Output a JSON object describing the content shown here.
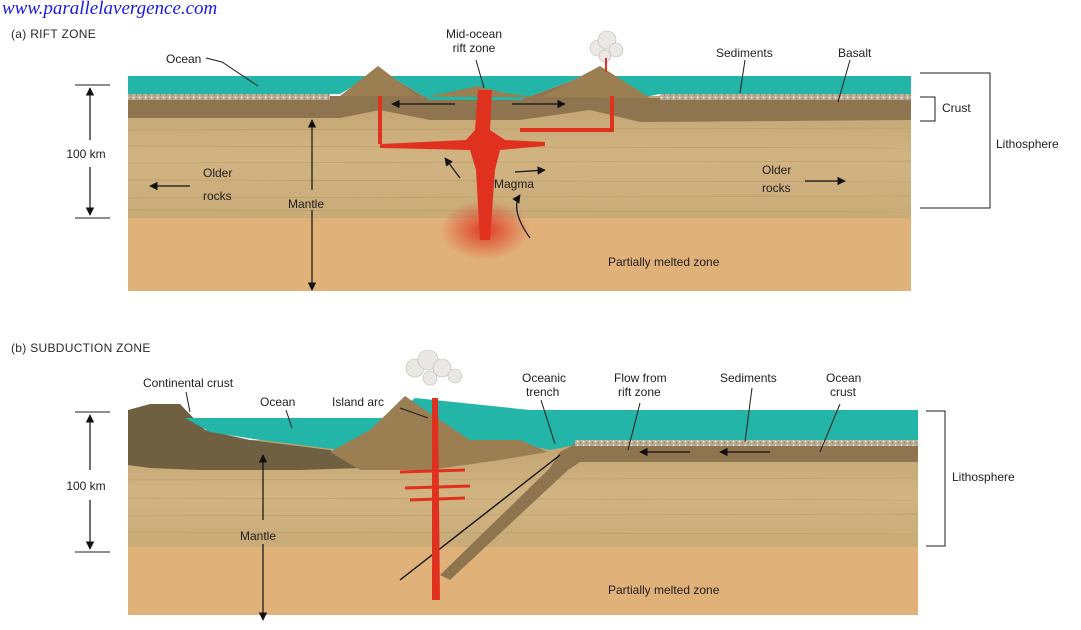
{
  "header": {
    "url_text": "www.parallelavergence.com"
  },
  "colors": {
    "ocean": "#23b5a8",
    "crust": "#8a7450",
    "lithosphere": "#c8aa76",
    "mantle": "#deb980",
    "melt_zone": "#e3a06c",
    "magma": "#e0301e",
    "continental": "#6e6040"
  },
  "panel_a": {
    "title": "(a) RIFT ZONE",
    "labels": {
      "ocean": "Ocean",
      "rift_line1": "Mid-ocean",
      "rift_line2": "rift zone",
      "sediments": "Sediments",
      "basalt": "Basalt",
      "crust": "Crust",
      "lithosphere": "Lithosphere",
      "depth": "100 km",
      "older_left_1": "Older",
      "older_left_2": "rocks",
      "mantle": "Mantle",
      "magma": "Magma",
      "older_right_1": "Older",
      "older_right_2": "rocks",
      "melted": "Partially melted zone"
    }
  },
  "panel_b": {
    "title": "(b) SUBDUCTION ZONE",
    "labels": {
      "continental": "Continental crust",
      "ocean": "Ocean",
      "island_arc": "Island arc",
      "trench_1": "Oceanic",
      "trench_2": "trench",
      "flow_1": "Flow from",
      "flow_2": "rift zone",
      "sediments": "Sediments",
      "ocean_crust_1": "Ocean",
      "ocean_crust_2": "crust",
      "lithosphere": "Lithosphere",
      "depth": "100 km",
      "mantle": "Mantle",
      "melted": "Partially melted zone"
    }
  }
}
